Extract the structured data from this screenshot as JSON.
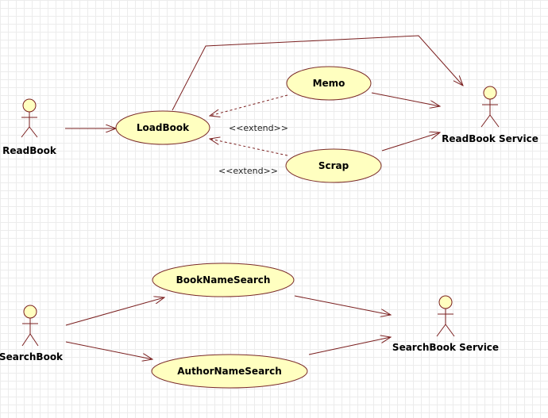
{
  "colors": {
    "usecase_fill": "#ffffc0",
    "usecase_stroke": "#7a2a2a",
    "actor_fill": "#ffffc0",
    "line": "#7a1f1f"
  },
  "actors": {
    "readbook": "ReadBook",
    "readbook_service": "ReadBook Service",
    "searchbook": "SearchBook",
    "searchbook_service": "SearchBook Service"
  },
  "usecases": {
    "loadbook": "LoadBook",
    "memo": "Memo",
    "scrap": "Scrap",
    "booknamesearch": "BookNameSearch",
    "authornamesearch": "AuthorNameSearch"
  },
  "relations": {
    "extend_memo": "<<extend>>",
    "extend_scrap": "<<extend>>"
  }
}
